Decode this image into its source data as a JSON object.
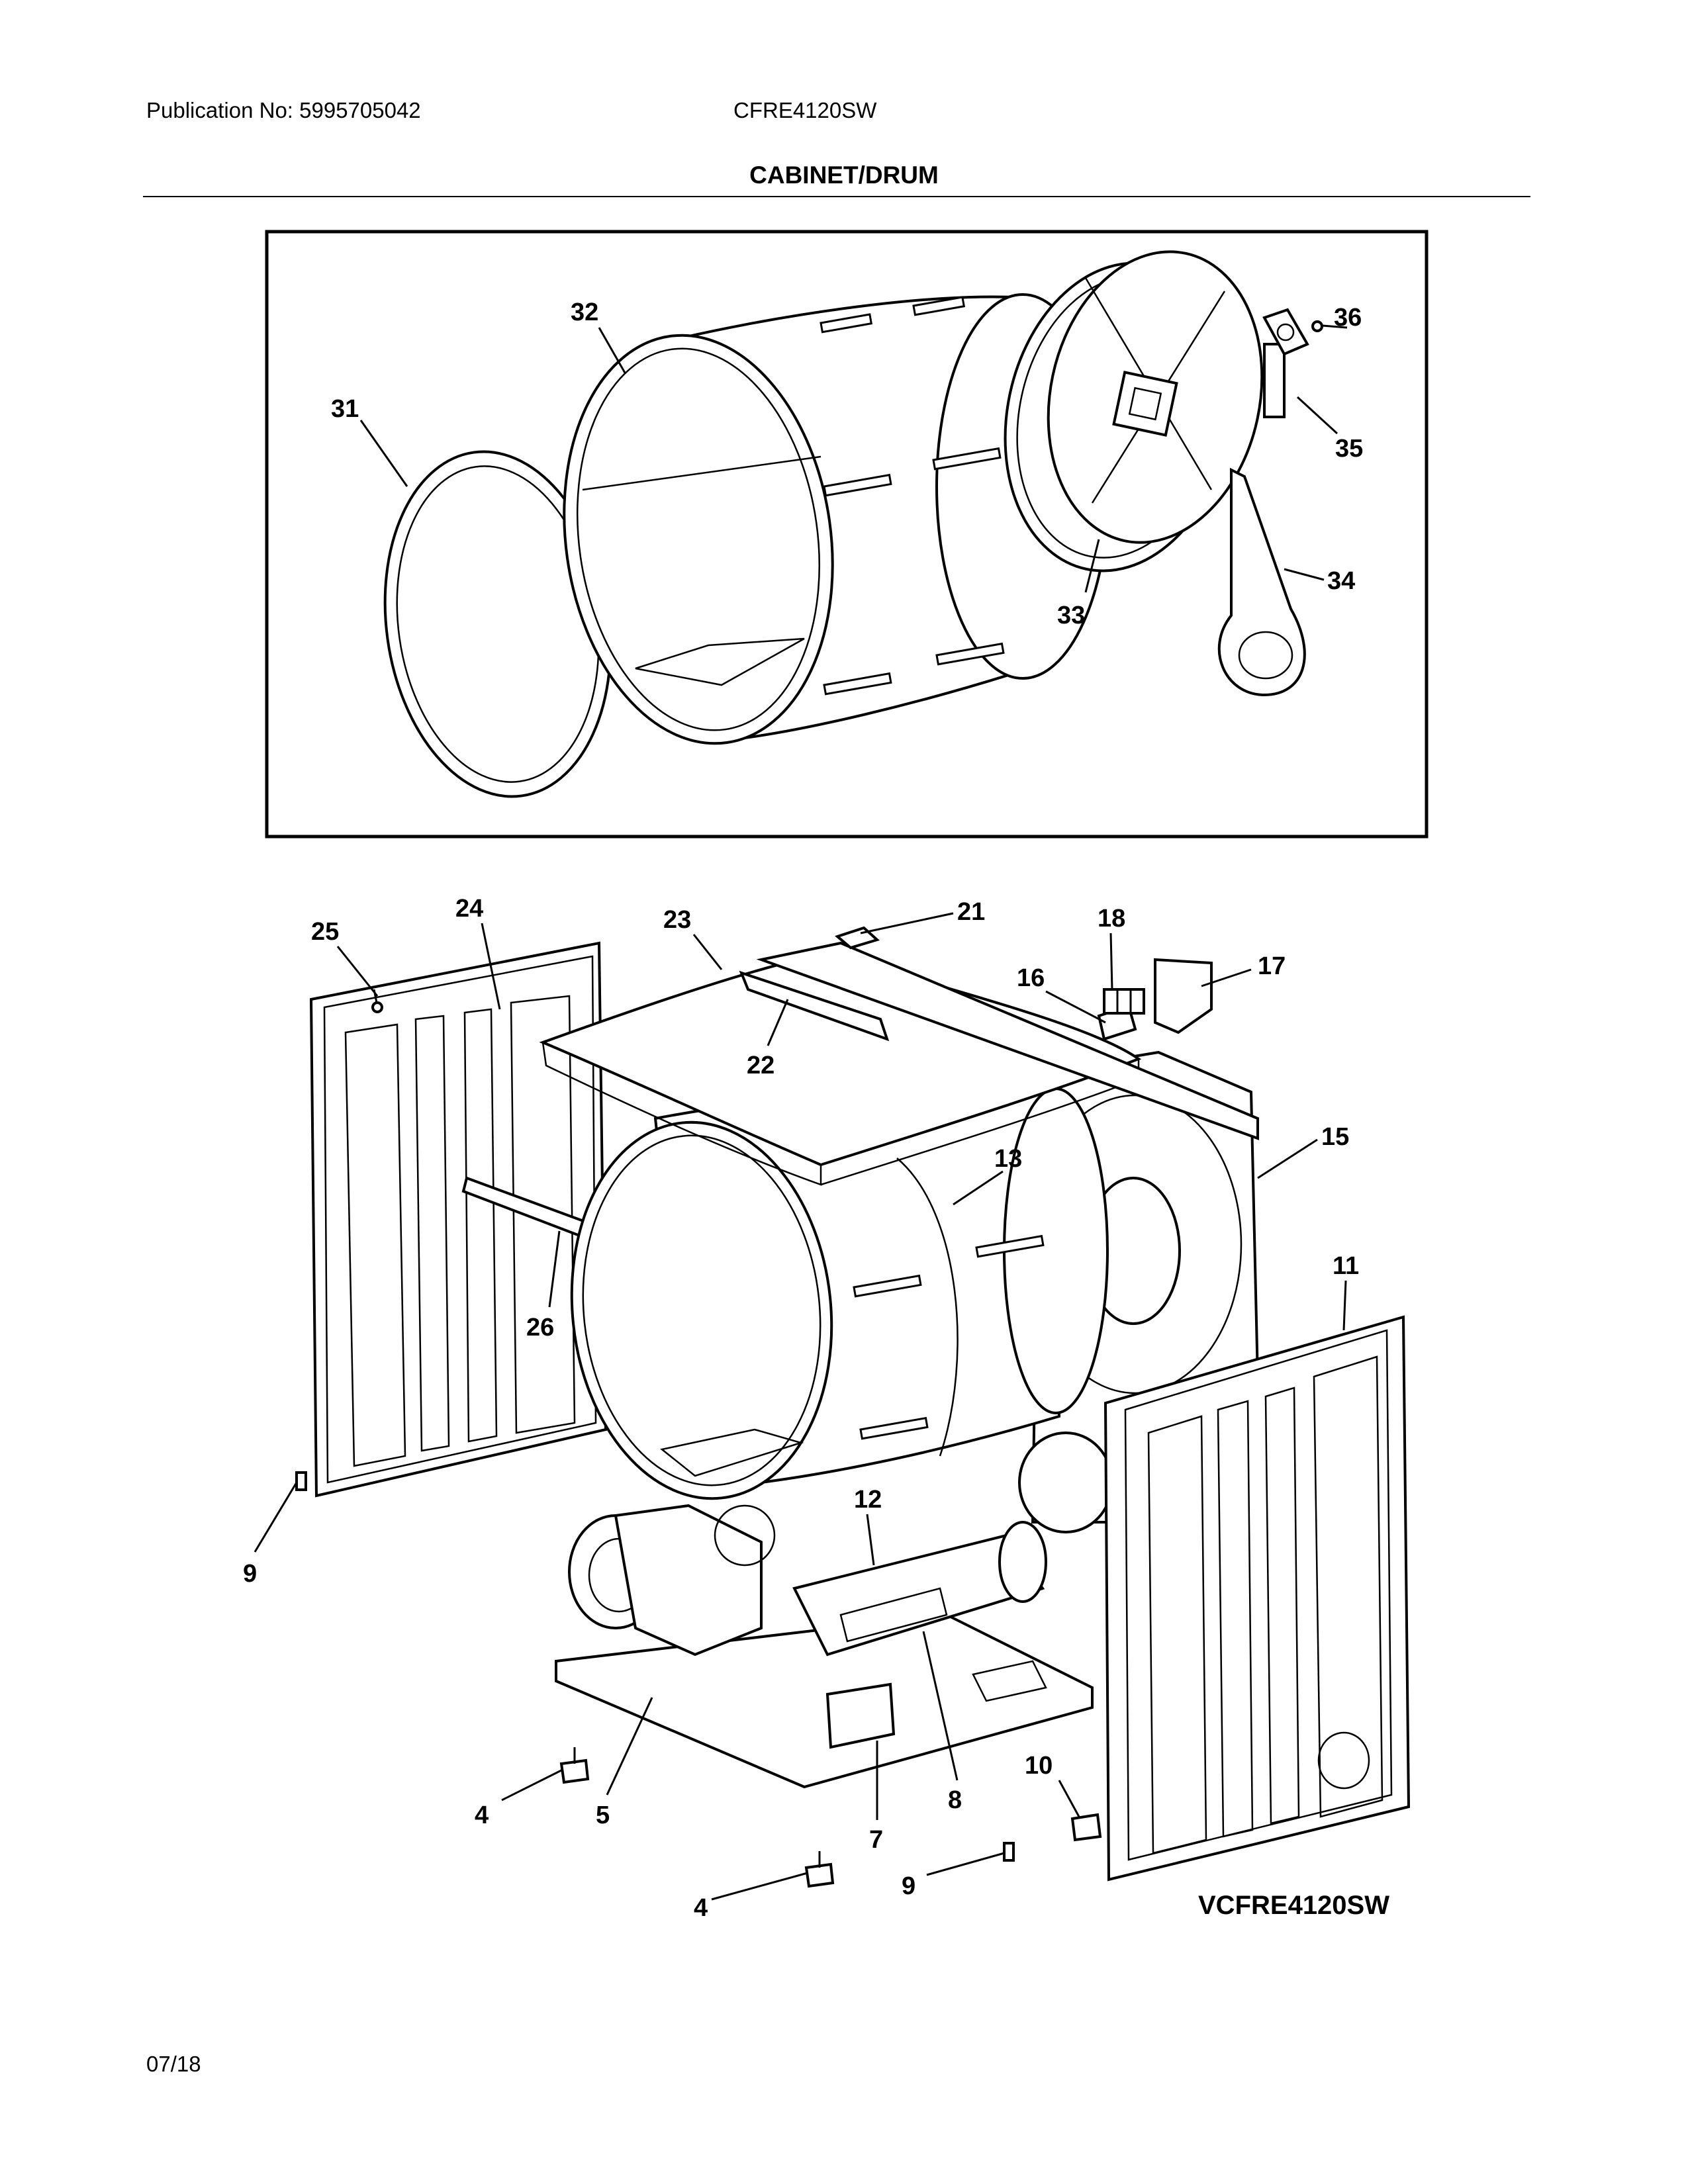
{
  "header": {
    "publication": "Publication No: 5995705042",
    "model": "CFRE4120SW",
    "title": "CABINET/DRUM"
  },
  "footer": {
    "date": "07/18"
  },
  "diagram": {
    "model_tag": "VCFRE4120SW",
    "callouts": [
      "31",
      "32",
      "33",
      "34",
      "35",
      "36",
      "25",
      "24",
      "23",
      "21",
      "22",
      "18",
      "16",
      "17",
      "15",
      "13",
      "26",
      "11",
      "9",
      "12",
      "4",
      "5",
      "7",
      "8",
      "10",
      "4",
      "9"
    ]
  }
}
